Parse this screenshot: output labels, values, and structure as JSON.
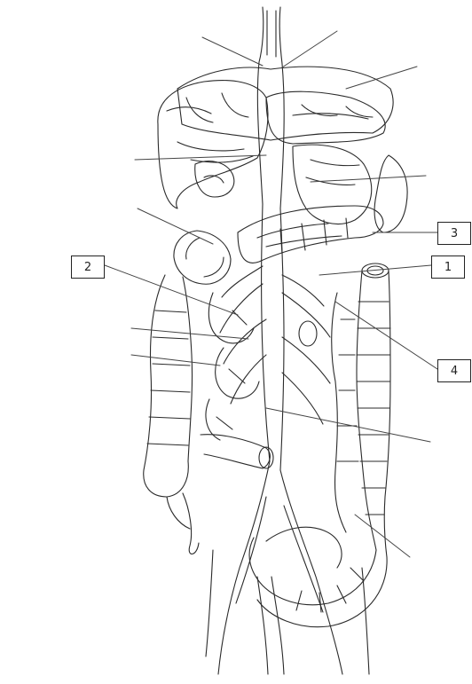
{
  "labels": {
    "one": "1",
    "two": "2",
    "three": "3",
    "four": "4"
  },
  "colors": {
    "ink": "#222222",
    "background": "#ffffff"
  }
}
